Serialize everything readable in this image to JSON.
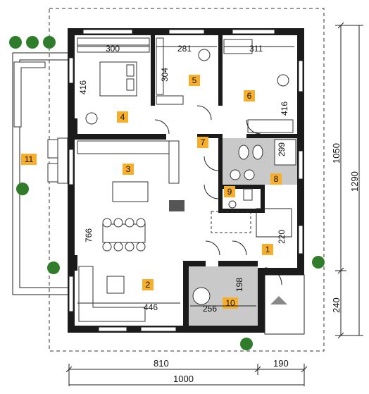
{
  "colors": {
    "wall": "#1b1b1b",
    "room_tag": "#f6ae2d",
    "wet_floor": "#c9c9c9",
    "tree": "#2f7d2a"
  },
  "rooms": [
    {
      "label": "1"
    },
    {
      "label": "2"
    },
    {
      "label": "3"
    },
    {
      "label": "4"
    },
    {
      "label": "5"
    },
    {
      "label": "6"
    },
    {
      "label": "7"
    },
    {
      "label": "8"
    },
    {
      "label": "9"
    },
    {
      "label": "10"
    },
    {
      "label": "11"
    }
  ],
  "dimensions": {
    "bed1_width": "300",
    "room5_width": "281",
    "room6_width": "311",
    "bed1_depth": "416",
    "room5_depth": "304",
    "room6_depth": "416",
    "living_depth": "766",
    "living_width": "446",
    "garage_width": "256",
    "room10_depth": "198",
    "bath_depth": "299",
    "hall_depth": "220",
    "house_width": "810",
    "porch_width": "190",
    "total_width": "1000",
    "house_depth": "1050",
    "total_depth": "1290",
    "porch_depth": "240"
  }
}
